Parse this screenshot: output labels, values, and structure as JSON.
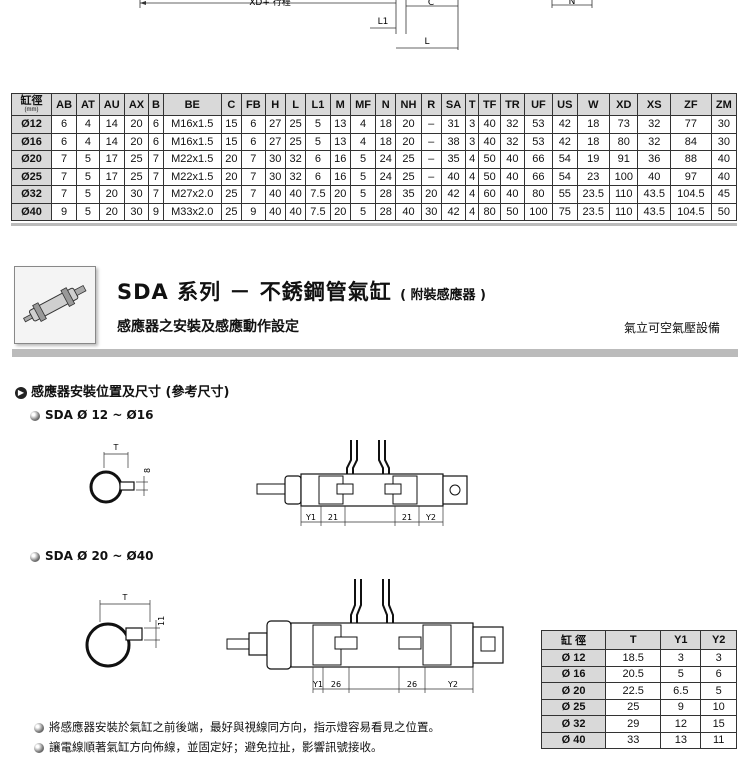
{
  "top_drawing": {
    "stroke_label": "XD+ 行程",
    "labels": [
      "C",
      "L1",
      "L",
      "N"
    ]
  },
  "dimension_table": {
    "corner_label": "缸徑",
    "corner_unit": "(mm)",
    "headers": [
      "AB",
      "AT",
      "AU",
      "AX",
      "B",
      "BE",
      "C",
      "FB",
      "H",
      "L",
      "L1",
      "M",
      "MF",
      "N",
      "NH",
      "R",
      "SA",
      "T",
      "TF",
      "TR",
      "UF",
      "US",
      "W",
      "XD",
      "XS",
      "ZF",
      "ZM"
    ],
    "rows": [
      [
        "Ø12",
        "6",
        "4",
        "14",
        "20",
        "6",
        "M16x1.5",
        "15",
        "6",
        "27",
        "25",
        "5",
        "13",
        "4",
        "18",
        "20",
        "–",
        "31",
        "3",
        "40",
        "32",
        "53",
        "42",
        "18",
        "73",
        "32",
        "77",
        "30"
      ],
      [
        "Ø16",
        "6",
        "4",
        "14",
        "20",
        "6",
        "M16x1.5",
        "15",
        "6",
        "27",
        "25",
        "5",
        "13",
        "4",
        "18",
        "20",
        "–",
        "38",
        "3",
        "40",
        "32",
        "53",
        "42",
        "18",
        "80",
        "32",
        "84",
        "30"
      ],
      [
        "Ø20",
        "7",
        "5",
        "17",
        "25",
        "7",
        "M22x1.5",
        "20",
        "7",
        "30",
        "32",
        "6",
        "16",
        "5",
        "24",
        "25",
        "–",
        "35",
        "4",
        "50",
        "40",
        "66",
        "54",
        "19",
        "91",
        "36",
        "88",
        "40"
      ],
      [
        "Ø25",
        "7",
        "5",
        "17",
        "25",
        "7",
        "M22x1.5",
        "20",
        "7",
        "30",
        "32",
        "6",
        "16",
        "5",
        "24",
        "25",
        "–",
        "40",
        "4",
        "50",
        "40",
        "66",
        "54",
        "23",
        "100",
        "40",
        "97",
        "40"
      ],
      [
        "Ø32",
        "7",
        "5",
        "20",
        "30",
        "7",
        "M27x2.0",
        "25",
        "7",
        "40",
        "40",
        "7.5",
        "20",
        "5",
        "28",
        "35",
        "20",
        "42",
        "4",
        "60",
        "40",
        "80",
        "55",
        "23.5",
        "110",
        "43.5",
        "104.5",
        "45"
      ],
      [
        "Ø40",
        "9",
        "5",
        "20",
        "30",
        "9",
        "M33x2.0",
        "25",
        "9",
        "40",
        "40",
        "7.5",
        "20",
        "5",
        "28",
        "40",
        "30",
        "42",
        "4",
        "80",
        "50",
        "100",
        "75",
        "23.5",
        "110",
        "43.5",
        "104.5",
        "50"
      ]
    ]
  },
  "hero": {
    "series": "SDA",
    "title": "系列 － 不銹鋼管氣缸",
    "title_sub": "( 附裝感應器 )",
    "subtitle": "感應器之安裝及感應動作設定",
    "company": "氣立可空氣壓設備"
  },
  "section_title": "感應器安裝位置及尺寸 (參考尺寸)",
  "section_icon": "circle-arrow-right-icon",
  "sub1": {
    "title": "SDA Ø 12 ~ Ø16",
    "clamp_labels": {
      "t": "T",
      "h": "8"
    },
    "cylinder_labels": {
      "y1": "Y1",
      "d1": "21",
      "d2": "21",
      "y2": "Y2"
    }
  },
  "sub2": {
    "title": "SDA Ø 20 ~ Ø40",
    "clamp_labels": {
      "t": "T",
      "h": "11"
    },
    "cylinder_labels": {
      "y1": "Y1",
      "d1": "26",
      "d2": "26",
      "y2": "Y2"
    }
  },
  "sensor_table": {
    "headers": [
      "缸 徑",
      "T",
      "Y1",
      "Y2"
    ],
    "rows": [
      [
        "Ø 12",
        "18.5",
        "3",
        "3"
      ],
      [
        "Ø 16",
        "20.5",
        "5",
        "6"
      ],
      [
        "Ø 20",
        "22.5",
        "6.5",
        "5"
      ],
      [
        "Ø 25",
        "25",
        "9",
        "10"
      ],
      [
        "Ø 32",
        "29",
        "12",
        "15"
      ],
      [
        "Ø 40",
        "33",
        "13",
        "11"
      ]
    ]
  },
  "notes": [
    "將感應器安裝於氣缸之前後端，最好與視線同方向，指示燈容易看見之位置。",
    "讓電線順著氣缸方向佈線，並固定好；避免拉扯，影響訊號接收。"
  ],
  "colors": {
    "header_gray": "#d9d9d9",
    "bar_gray": "#bbbbbb",
    "text": "#111111"
  }
}
